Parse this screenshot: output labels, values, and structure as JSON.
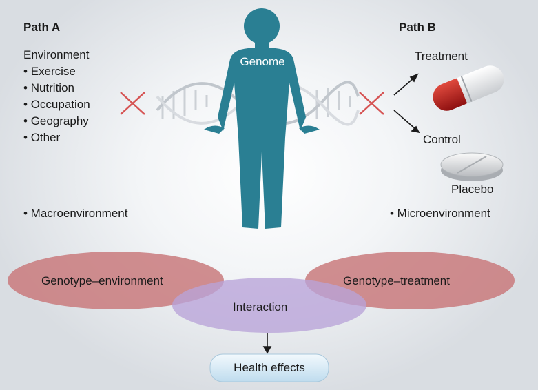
{
  "path_a": {
    "title": "Path A",
    "environment_heading": "Environment",
    "environment_items": [
      "Exercise",
      "Nutrition",
      "Occupation",
      "Geography",
      "Other"
    ],
    "macro": "• Macroenvironment"
  },
  "path_b": {
    "title": "Path B",
    "treatment": "Treatment",
    "control": "Control",
    "placebo": "Placebo",
    "micro": "• Microenvironment"
  },
  "figure": {
    "genome": "Genome"
  },
  "venn": {
    "left": "Genotype–environment",
    "right": "Genotype–treatment",
    "center": "Interaction"
  },
  "outcome": "Health effects",
  "colors": {
    "human": "#2a7f93",
    "ellipse_red": "#c97a7d",
    "ellipse_purple": "#b9a3d8",
    "cross": "#d65454",
    "pill_red": "#b21e1e",
    "health_box": "#d6eaf6"
  }
}
